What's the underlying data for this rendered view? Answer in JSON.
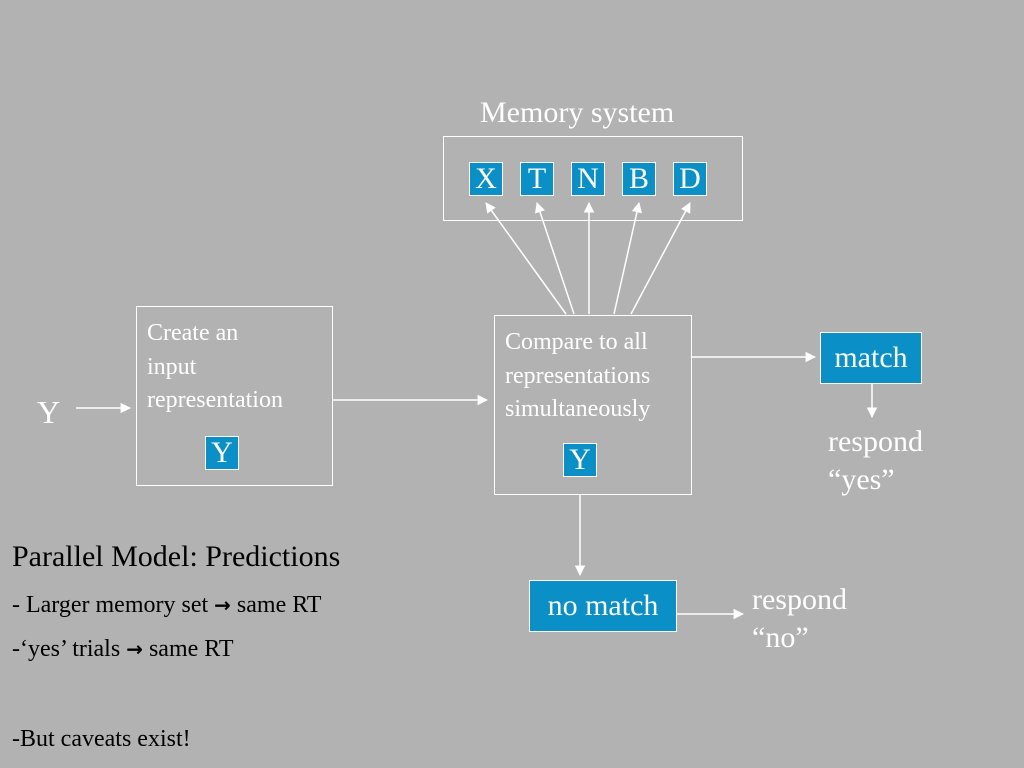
{
  "memory": {
    "title": "Memory system",
    "items": [
      "X",
      "T",
      "N",
      "B",
      "D"
    ]
  },
  "input": {
    "stimulus": "Y"
  },
  "create_box": {
    "lines": [
      "Create an",
      "input",
      "representation"
    ],
    "token": "Y"
  },
  "compare_box": {
    "lines": [
      "Compare to all",
      "representations",
      "simultaneously"
    ],
    "token": "Y"
  },
  "match": {
    "label": "match",
    "respond_lines": [
      "respond",
      "“yes”"
    ]
  },
  "no_match": {
    "label": "no match",
    "respond_lines": [
      "respond",
      "“no”"
    ]
  },
  "predictions": {
    "title": "Parallel Model: Predictions",
    "item1": {
      "left": "- Larger memory set",
      "right": "same RT"
    },
    "item2": {
      "left": "-‘yes’ trials",
      "right": "same RT"
    },
    "caveat": "-But caveats exist!"
  },
  "colors": {
    "background": "#b2b2b2",
    "accent": "#0a8fc6",
    "line": "#ffffff"
  }
}
